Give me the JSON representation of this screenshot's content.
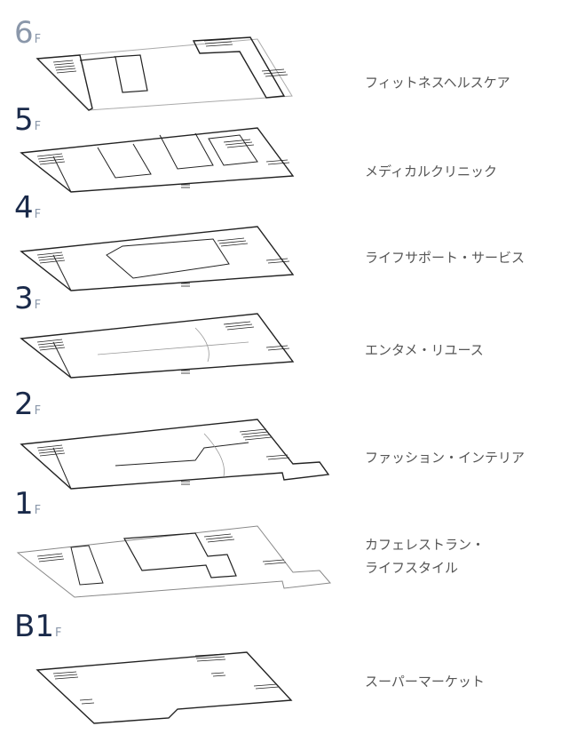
{
  "floors": [
    {
      "id": "6f",
      "number": "6",
      "suffix": "F",
      "category_lines": [
        "フィットネスヘルスケア"
      ]
    },
    {
      "id": "5f",
      "number": "5",
      "suffix": "F",
      "category_lines": [
        "メディカルクリニック"
      ]
    },
    {
      "id": "4f",
      "number": "4",
      "suffix": "F",
      "category_lines": [
        "ライフサポート・サービス"
      ]
    },
    {
      "id": "3f",
      "number": "3",
      "suffix": "F",
      "category_lines": [
        "エンタメ・リユース"
      ]
    },
    {
      "id": "2f",
      "number": "2",
      "suffix": "F",
      "category_lines": [
        "ファッション・インテリア"
      ]
    },
    {
      "id": "1f",
      "number": "1",
      "suffix": "F",
      "category_lines": [
        "カフェレストラン・",
        "ライフスタイル"
      ]
    },
    {
      "id": "b1f",
      "number": "B1",
      "suffix": "F",
      "category_lines": [
        "スーパーマーケット"
      ]
    }
  ],
  "colors": {
    "floor_number": "#1a2a4a",
    "floor_suffix": "#8a97aa",
    "category_text": "#555555",
    "plan_stroke": "#222222"
  }
}
